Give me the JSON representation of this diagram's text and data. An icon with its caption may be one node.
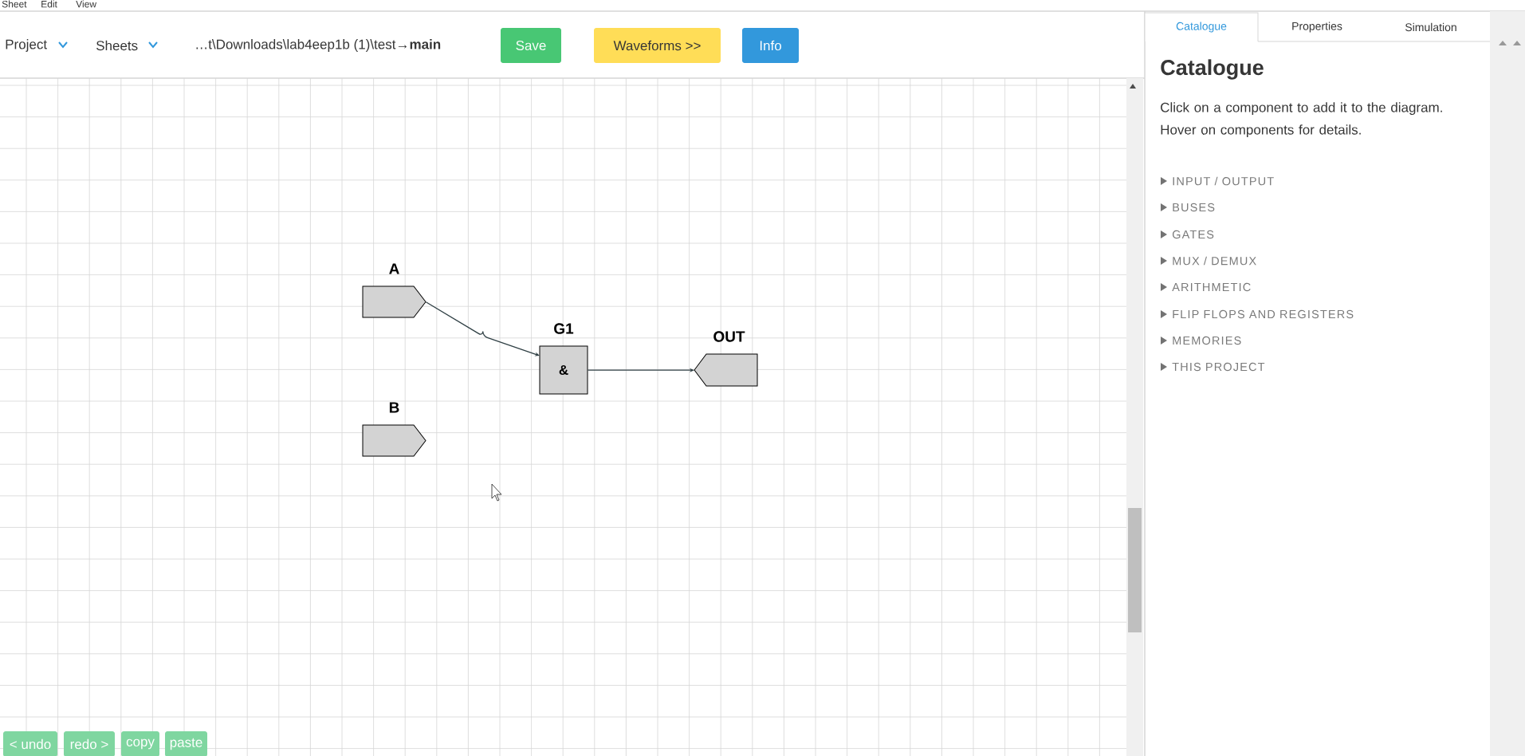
{
  "diagram": {
    "nodes": [
      {
        "text": [
          "A"
        ]
      },
      {
        "text": [
          "G1",
          "&"
        ]
      },
      {
        "text": [
          "OUT"
        ]
      },
      {
        "text": [
          "B"
        ]
      }
    ],
    "edges": [
      {
        "from": 0,
        "to": 1,
        "arrow": "to"
      },
      {
        "from": 1,
        "to": 2,
        "arrow": "to"
      }
    ],
    "labels": [
      "Sheet",
      "Edit",
      "View",
      "Project",
      "Sheets",
      "…t\\Downloads\\lab4eep1b (1)\\test→**main**",
      "Save",
      "Waveforms >>",
      "Info",
      "Catalogue",
      "Properties",
      "Simulation",
      "Catalogue",
      "Click on a component to add it to the diagram. Hover on components for details.",
      "INPUT / OUTPUT",
      "BUSES",
      "GATES",
      "MUX / DEMUX",
      "ARITHMETIC",
      "FLIP FLOPS AND REGISTERS",
      "MEMORIES",
      "THIS PROJECT",
      "< undo",
      "redo >",
      "copy",
      "paste"
    ]
  }
}
